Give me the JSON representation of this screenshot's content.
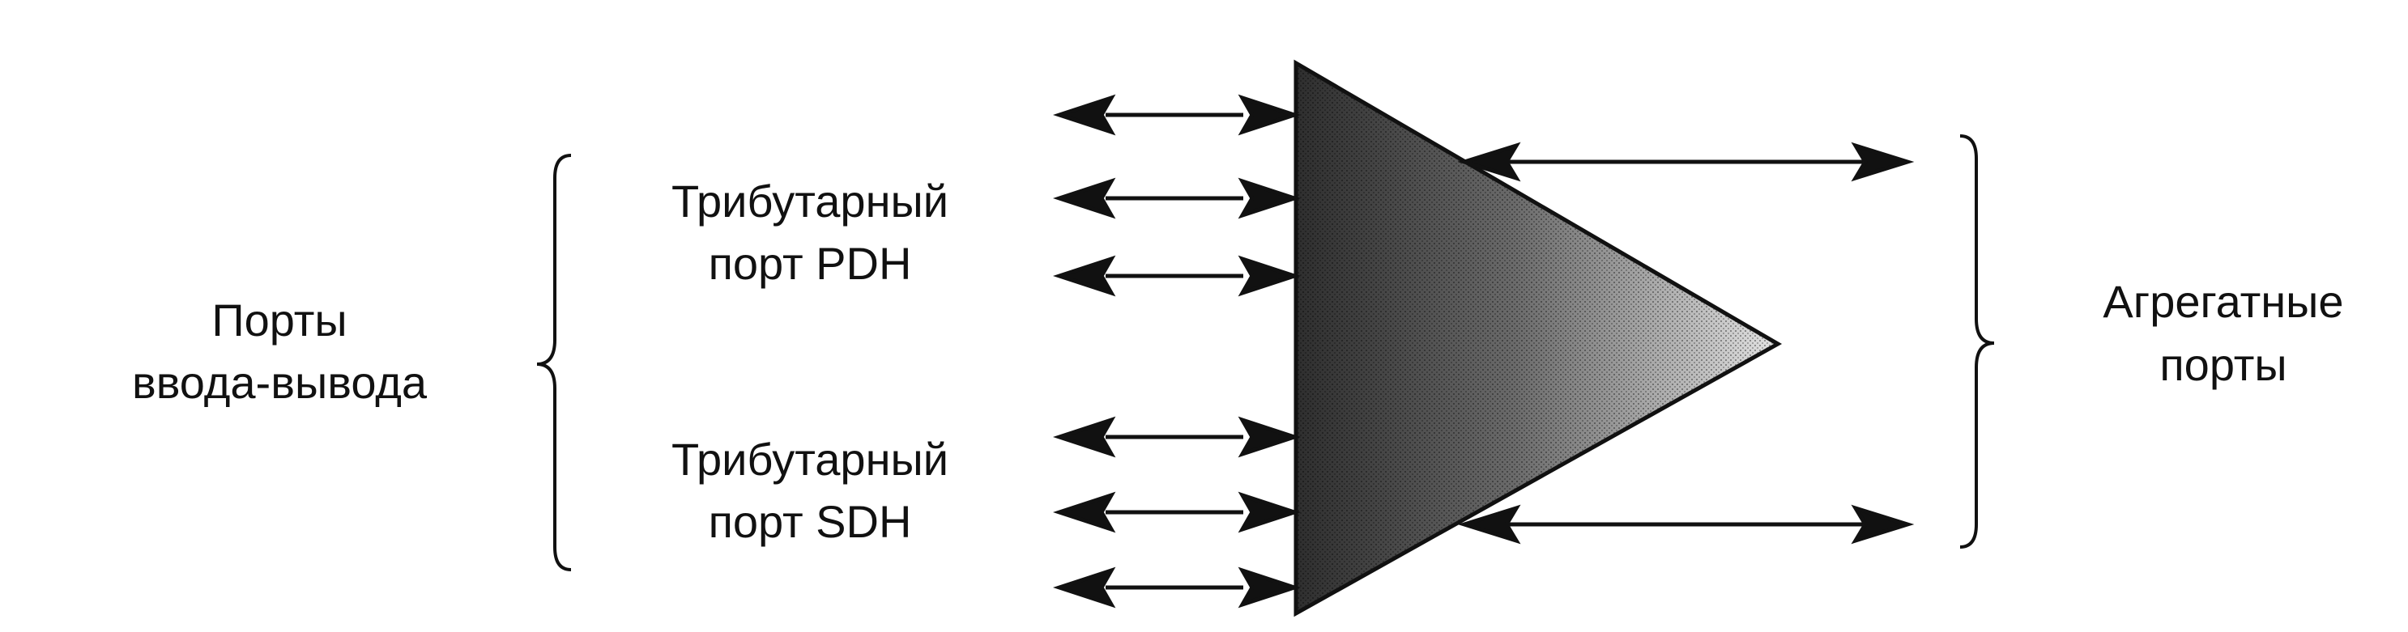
{
  "labels": {
    "io_ports_line1": "Порты",
    "io_ports_line2": "ввода-вывода",
    "pdh_line1": "Трибутарный",
    "pdh_line2": "порт PDH",
    "sdh_line1": "Трибутарный",
    "sdh_line2": "порт SDH",
    "aggregate_line1": "Агрегатные",
    "aggregate_line2": "порты"
  },
  "colors": {
    "stroke": "#111111",
    "triangle_dark": "#3a3a3a",
    "triangle_light": "#dedede"
  }
}
